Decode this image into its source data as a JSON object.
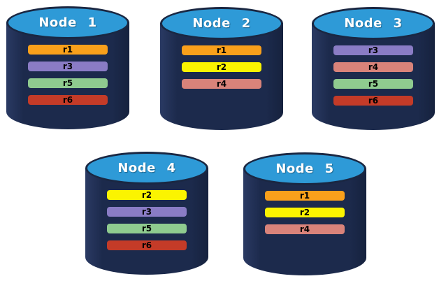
{
  "diagram": {
    "description": "Database cluster replica placement diagram",
    "nodes": [
      {
        "title": "Node 1",
        "replicas": [
          "r1",
          "r3",
          "r5",
          "r6"
        ]
      },
      {
        "title": "Node 2",
        "replicas": [
          "r1",
          "r2",
          "r4"
        ]
      },
      {
        "title": "Node 3",
        "replicas": [
          "r3",
          "r4",
          "r5",
          "r6"
        ]
      },
      {
        "title": "Node 4",
        "replicas": [
          "r2",
          "r3",
          "r5",
          "r6"
        ]
      },
      {
        "title": "Node 5",
        "replicas": [
          "r1",
          "r2",
          "r4"
        ]
      }
    ],
    "replica_colors": {
      "r1": "#f9a01b",
      "r2": "#fbf400",
      "r3": "#8a7cc5",
      "r4": "#d9837a",
      "r5": "#8fcb8f",
      "r6": "#c43b28"
    },
    "colors": {
      "cylinder_body": "#1c2a4c",
      "cylinder_top": "#2e9ad7",
      "cylinder_outline": "#1a2742",
      "title_text": "#ffffff",
      "bar_text": "#000000",
      "background": "#ffffff"
    }
  }
}
